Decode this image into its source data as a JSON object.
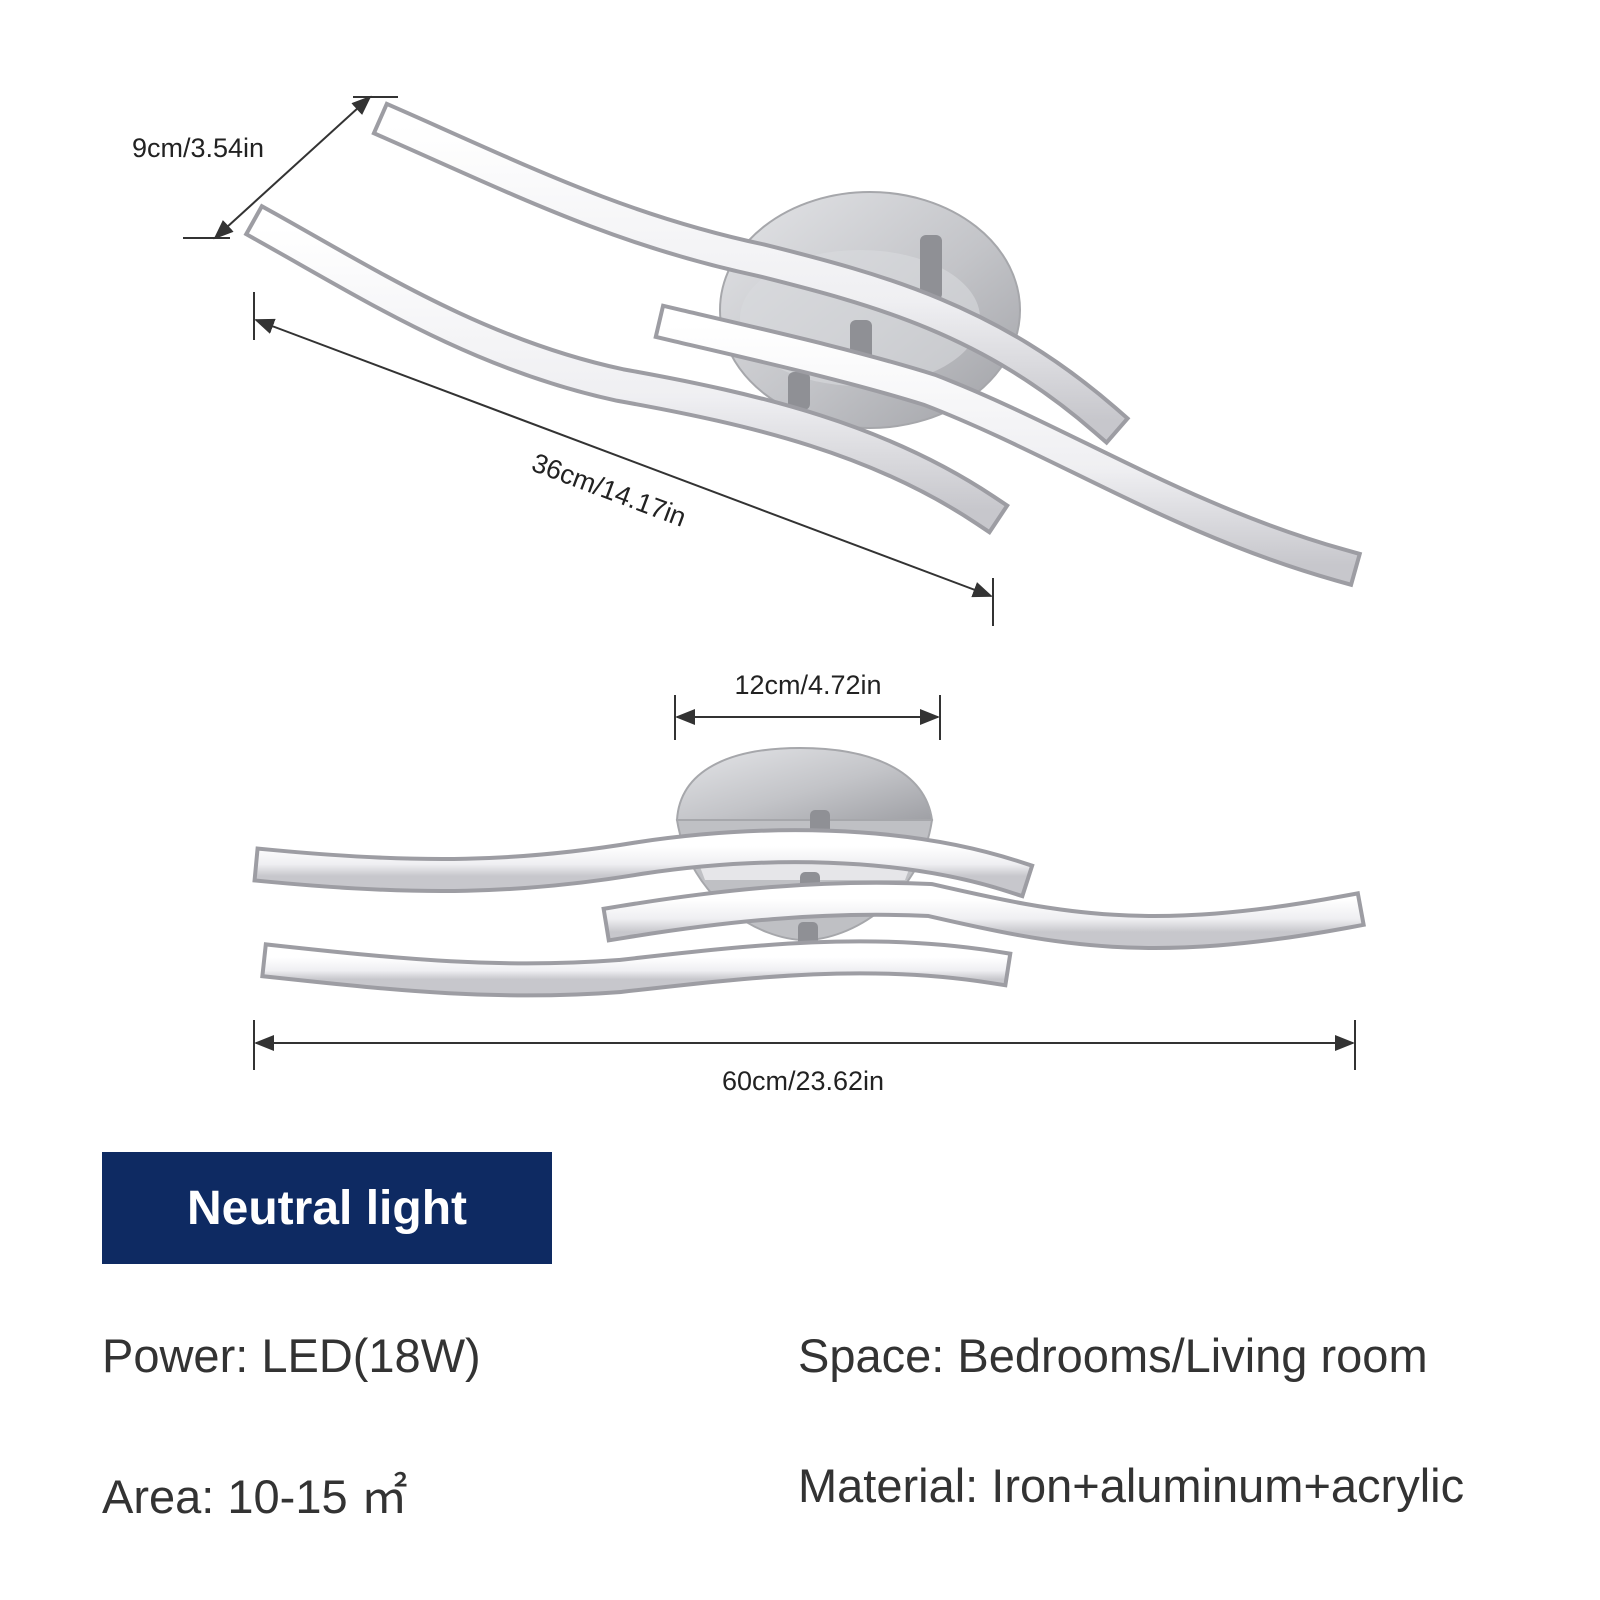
{
  "colors": {
    "badge_bg": "#0e2a62",
    "dimension_line": "#333333",
    "bar_fill": "#f1f1f3",
    "bar_edge": "#b3b3b8",
    "canopy_fill": "#c9cacd"
  },
  "dimensions": {
    "depth": "9cm/3.54in",
    "length_side_view": "36cm/14.17in",
    "canopy_width": "12cm/4.72in",
    "overall_length": "60cm/23.62in"
  },
  "product": {
    "light_color_badge": "Neutral light",
    "specs": {
      "power": "Power: LED(18W)",
      "space": "Space: Bedrooms/Living room",
      "area": "Area: 10-15 ㎡",
      "material": "Material: Iron+aluminum+acrylic"
    }
  },
  "illustration": {
    "top_view": "ceiling-light-angled-view",
    "front_view": "ceiling-light-front-view"
  }
}
